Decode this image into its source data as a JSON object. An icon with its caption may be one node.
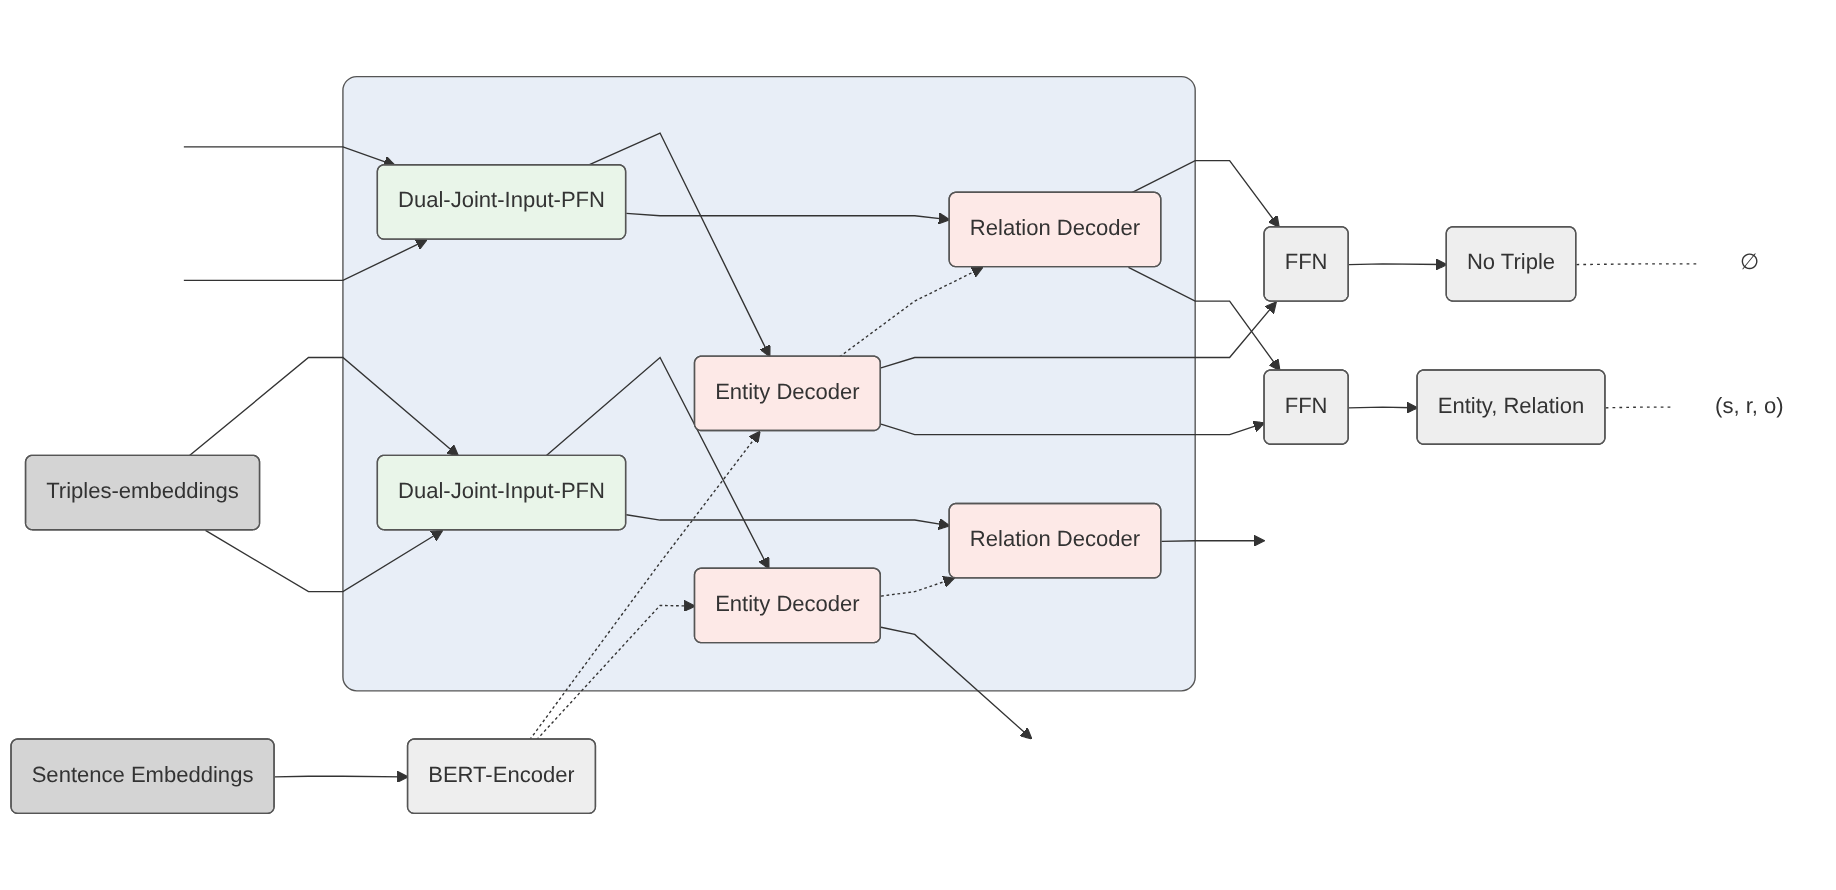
{
  "diagram": {
    "nodes": [
      {
        "text": [],
        "shape": "box"
      },
      {
        "text": [
          "Entity Decoder"
        ],
        "in": 0
      },
      {
        "text": [
          "Relation Decoder"
        ],
        "in": 0
      },
      {
        "text": [
          "Dual-Joint-Input-PFN"
        ],
        "in": 0
      },
      {
        "text": [
          "Entity Decoder"
        ],
        "in": 0
      },
      {
        "text": [
          "Relation Decoder"
        ],
        "in": 0
      },
      {
        "text": [
          "Dual-Joint-Input-PFN"
        ],
        "in": 0
      },
      {
        "text": [
          "BERT-Encoder"
        ]
      },
      {
        "text": [
          "Sentence Embeddings"
        ]
      },
      {
        "text": [
          "Triples-embeddings"
        ]
      },
      {
        "text": [
          "FFN"
        ]
      },
      {
        "text": [
          "No Triple"
        ]
      },
      {
        "text": [
          "FFN"
        ]
      },
      {
        "text": [
          "Entity, Relation"
        ]
      },
      {
        "text": [
          "(s, r, o)"
        ]
      },
      {
        "text": [
          "∅"
        ]
      }
    ],
    "edges": [
      {
        "from": 8,
        "to": 7,
        "arrow": "to"
      },
      {
        "from": 7,
        "to": 1,
        "arrow": "to",
        "style": "dashed"
      },
      {
        "from": 7,
        "to": 4,
        "arrow": "to",
        "style": "dashed"
      },
      {
        "from": 9,
        "to": 6,
        "arrow": "to"
      },
      {
        "from": 9,
        "to": 6,
        "arrow": "to"
      },
      {
        "from": 6,
        "to": 4,
        "arrow": "to"
      },
      {
        "from": 6,
        "to": 5,
        "arrow": "to"
      },
      {
        "from": 4,
        "to": 5,
        "arrow": "to",
        "style": "dashed"
      },
      {
        "from": 4,
        "to": null,
        "arrow": "to"
      },
      {
        "from": 5,
        "to": null,
        "arrow": "to"
      },
      {
        "from": null,
        "to": 3,
        "arrow": "to"
      },
      {
        "from": null,
        "to": 3,
        "arrow": "to"
      },
      {
        "from": 3,
        "to": 1,
        "arrow": "to"
      },
      {
        "from": 3,
        "to": 2,
        "arrow": "to"
      },
      {
        "from": 1,
        "to": 2,
        "arrow": "to",
        "style": "dashed"
      },
      {
        "from": 1,
        "to": 10,
        "arrow": "to"
      },
      {
        "from": 2,
        "to": 10,
        "arrow": "to"
      },
      {
        "from": 1,
        "to": 12,
        "arrow": "to"
      },
      {
        "from": 2,
        "to": 12,
        "arrow": "to"
      },
      {
        "from": 10,
        "to": 11,
        "arrow": "to"
      },
      {
        "from": 12,
        "to": 13,
        "arrow": "to"
      },
      {
        "from": 11,
        "to": 15,
        "arrow": "none",
        "style": "dashed"
      },
      {
        "from": 13,
        "to": 14,
        "arrow": "none",
        "style": "dashed"
      }
    ]
  }
}
